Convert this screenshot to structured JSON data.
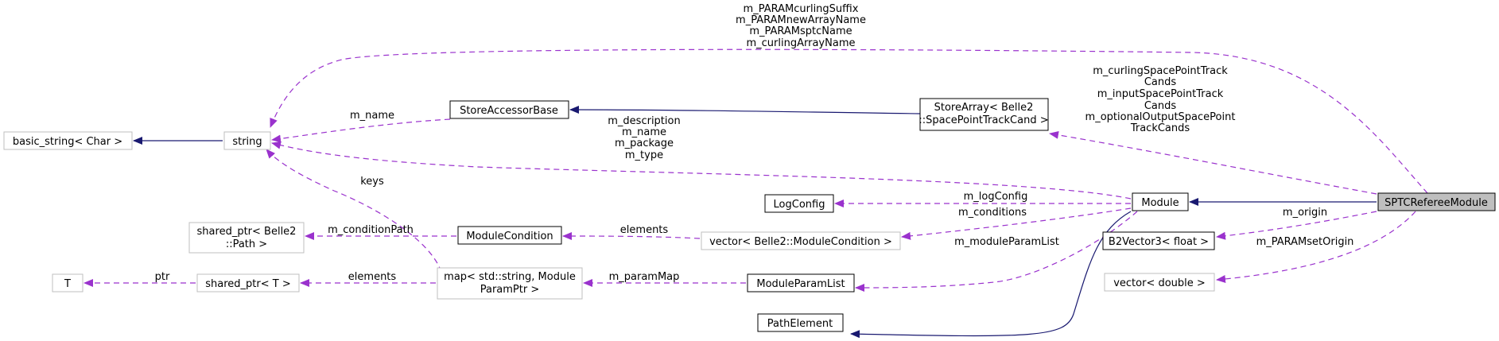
{
  "diagram": {
    "colors": {
      "inheritance": "#191970",
      "usage": "#9a32cd",
      "node_border_solid": "#000000",
      "node_border_gray": "#bfbfbf",
      "highlight_fill": "#bfbfbf"
    },
    "nodes": {
      "basic_string": "basic_string< Char >",
      "string": "string",
      "store_accessor_base": "StoreAccessorBase",
      "store_array_l1": "StoreArray< Belle2",
      "store_array_l2": "::SpacePointTrackCand >",
      "log_config": "LogConfig",
      "module": "Module",
      "sptc_referee_module": "SPTCRefereeModule",
      "shared_ptr_path_l1": "shared_ptr< Belle2",
      "shared_ptr_path_l2": "::Path >",
      "module_condition": "ModuleCondition",
      "vector_module_condition": "vector< Belle2::ModuleCondition >",
      "b2vector3": "B2Vector3< float >",
      "t": "T",
      "shared_ptr_t": "shared_ptr< T >",
      "map_l1": "map< std::string, Module",
      "map_l2": "ParamPtr >",
      "module_param_list": "ModuleParamList",
      "vector_double": "vector< double >",
      "path_element": "PathElement"
    },
    "edge_labels": {
      "top_l1": "m_PARAMcurlingSuffix",
      "top_l2": "m_PARAMnewArrayName",
      "top_l3": "m_PARAMsptcName",
      "top_l4": "m_curlingArrayName",
      "m_name": "m_name",
      "desc_l1": "m_description",
      "desc_l2": "m_name",
      "desc_l3": "m_package",
      "desc_l4": "m_type",
      "sptc_l1": "m_curlingSpacePointTrack",
      "sptc_l2": "Cands",
      "sptc_l3": "m_inputSpacePointTrack",
      "sptc_l4": "Cands",
      "sptc_l5": "m_optionalOutputSpacePoint",
      "sptc_l6": "TrackCands",
      "keys": "keys",
      "m_logConfig": "m_logConfig",
      "m_conditions": "m_conditions",
      "m_origin": "m_origin",
      "m_conditionPath": "m_conditionPath",
      "elements_cond": "elements",
      "m_moduleParamList": "m_moduleParamList",
      "m_PARAMsetOrigin": "m_PARAMsetOrigin",
      "ptr": "ptr",
      "elements_shared": "elements",
      "m_paramMap": "m_paramMap"
    }
  }
}
